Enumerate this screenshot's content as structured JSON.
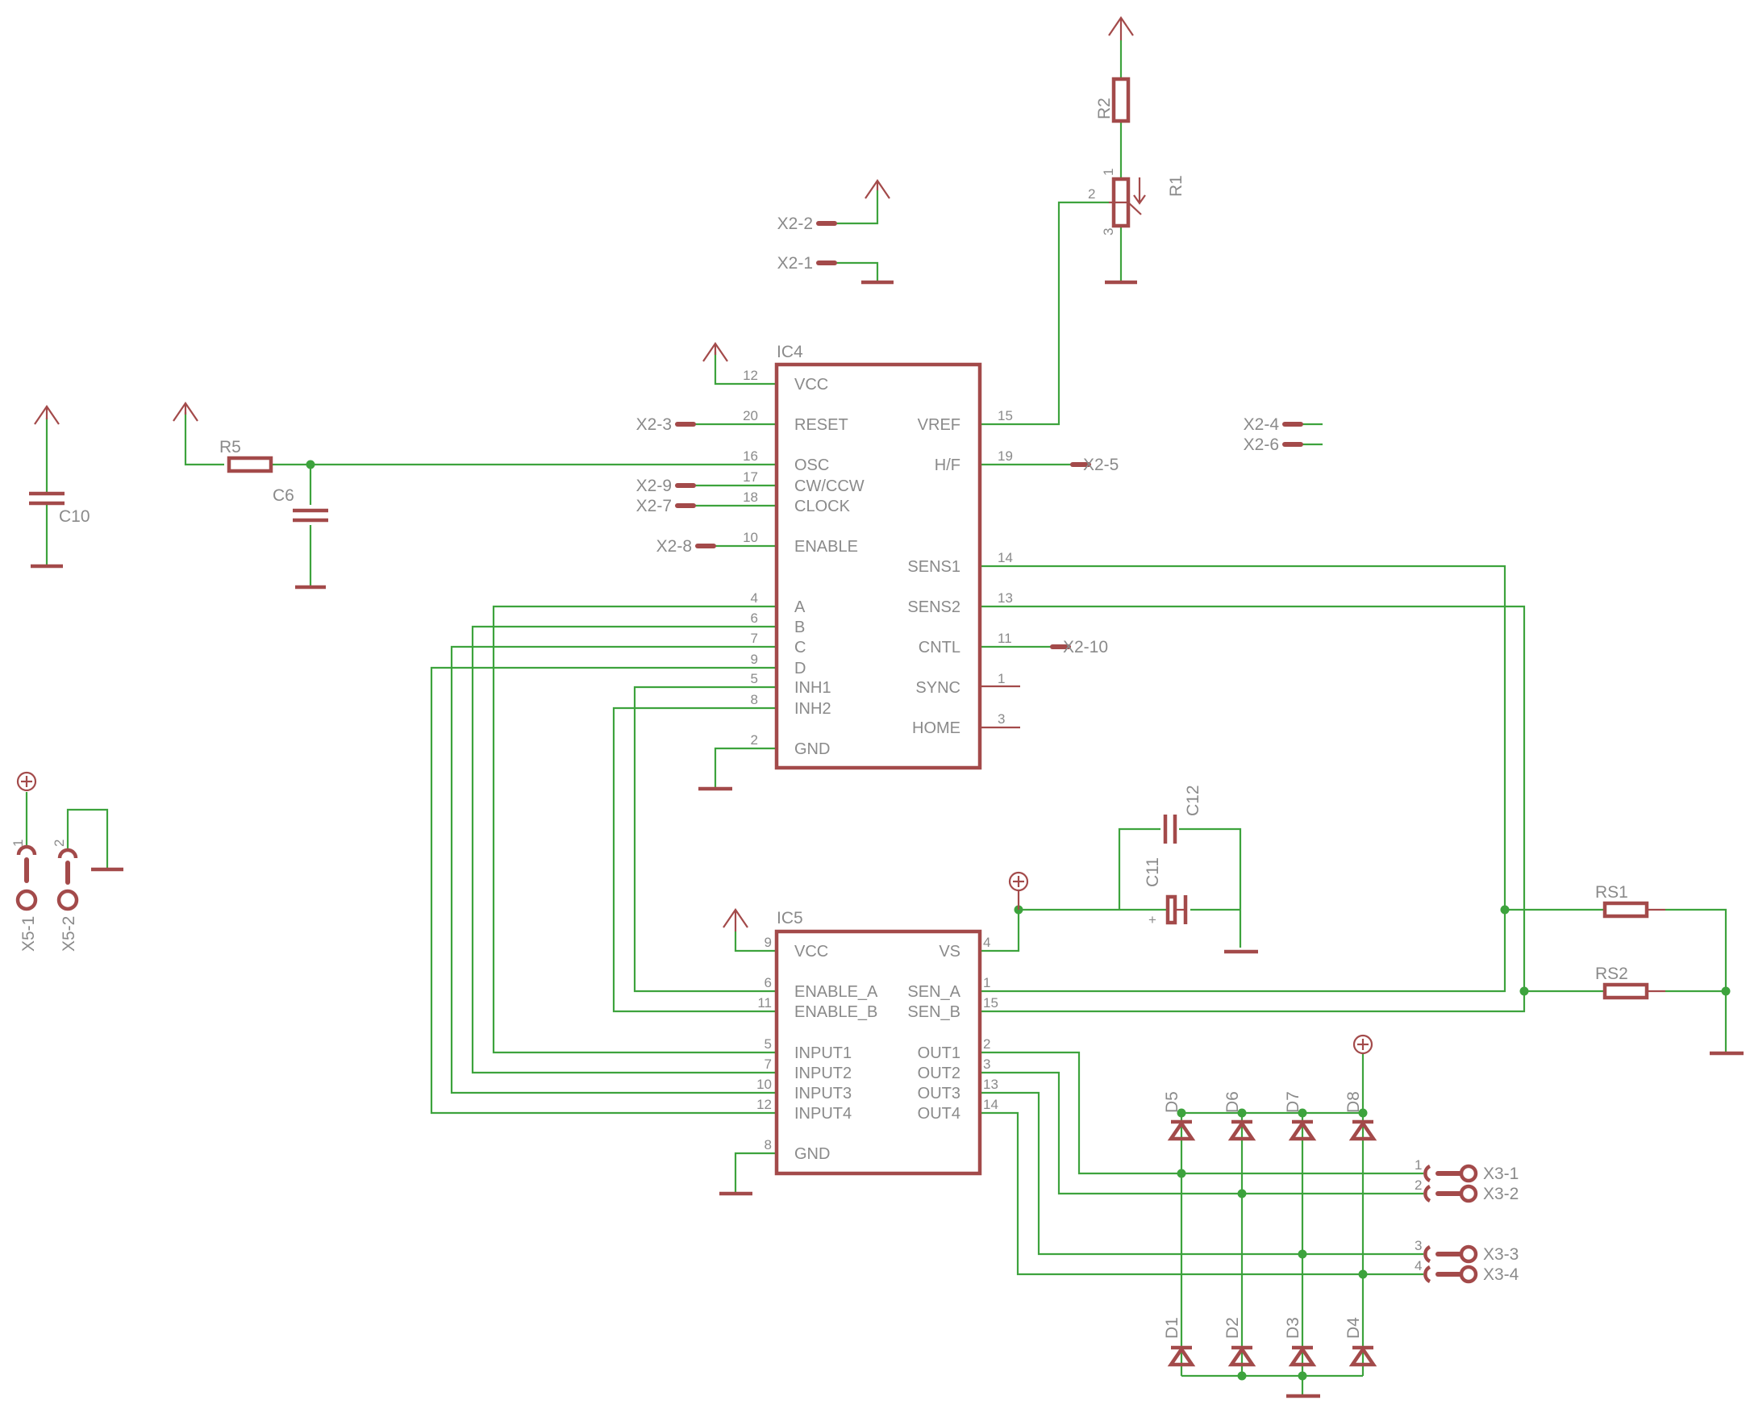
{
  "ic4": {
    "name": "IC4",
    "left_pins": [
      {
        "num": "12",
        "label": "VCC"
      },
      {
        "num": "20",
        "label": "RESET"
      },
      {
        "num": "16",
        "label": "OSC"
      },
      {
        "num": "17",
        "label": "CW/CCW"
      },
      {
        "num": "18",
        "label": "CLOCK"
      },
      {
        "num": "10",
        "label": "ENABLE"
      },
      {
        "num": "4",
        "label": "A"
      },
      {
        "num": "6",
        "label": "B"
      },
      {
        "num": "7",
        "label": "C"
      },
      {
        "num": "9",
        "label": "D"
      },
      {
        "num": "5",
        "label": "INH1"
      },
      {
        "num": "8",
        "label": "INH2"
      },
      {
        "num": "2",
        "label": "GND"
      }
    ],
    "right_pins": [
      {
        "num": "15",
        "label": "VREF"
      },
      {
        "num": "19",
        "label": "H/F"
      },
      {
        "num": "14",
        "label": "SENS1"
      },
      {
        "num": "13",
        "label": "SENS2"
      },
      {
        "num": "11",
        "label": "CNTL"
      },
      {
        "num": "1",
        "label": "SYNC"
      },
      {
        "num": "3",
        "label": "HOME"
      }
    ]
  },
  "ic5": {
    "name": "IC5",
    "left_pins": [
      {
        "num": "9",
        "label": "VCC"
      },
      {
        "num": "6",
        "label": "ENABLE_A"
      },
      {
        "num": "11",
        "label": "ENABLE_B"
      },
      {
        "num": "5",
        "label": "INPUT1"
      },
      {
        "num": "7",
        "label": "INPUT2"
      },
      {
        "num": "10",
        "label": "INPUT3"
      },
      {
        "num": "12",
        "label": "INPUT4"
      },
      {
        "num": "8",
        "label": "GND"
      }
    ],
    "right_pins": [
      {
        "num": "4",
        "label": "VS"
      },
      {
        "num": "1",
        "label": "SEN_A"
      },
      {
        "num": "15",
        "label": "SEN_B"
      },
      {
        "num": "2",
        "label": "OUT1"
      },
      {
        "num": "3",
        "label": "OUT2"
      },
      {
        "num": "13",
        "label": "OUT3"
      },
      {
        "num": "14",
        "label": "OUT4"
      }
    ]
  },
  "nets": {
    "x2_2": "X2-2",
    "x2_1": "X2-1",
    "x2_3": "X2-3",
    "x2_9": "X2-9",
    "x2_7": "X2-7",
    "x2_8": "X2-8",
    "x2_5": "X2-5",
    "x2_10": "X2-10",
    "x2_4": "X2-4",
    "x2_6": "X2-6",
    "x3_1": "X3-1",
    "x3_2": "X3-2",
    "x3_3": "X3-3",
    "x3_4": "X3-4"
  },
  "x3_pins": [
    "1",
    "2",
    "3",
    "4"
  ],
  "parts": {
    "r1": "R1",
    "r2": "R2",
    "r5": "R5",
    "c6": "C6",
    "c10": "C10",
    "c11": "C11",
    "c12": "C12",
    "rs1": "RS1",
    "rs2": "RS2",
    "x5_1": "X5-1",
    "x5_2": "X5-2",
    "d1": "D1",
    "d2": "D2",
    "d3": "D3",
    "d4": "D4",
    "d5": "D5",
    "d6": "D6",
    "d7": "D7",
    "d8": "D8"
  },
  "pot_pins": [
    "1",
    "2",
    "3"
  ],
  "x5_pins": [
    "1",
    "2"
  ],
  "polarity_mark": "+",
  "colors": {
    "wire": "#3da33d",
    "symbol": "#a34a4a",
    "text": "#8a8a8a"
  }
}
